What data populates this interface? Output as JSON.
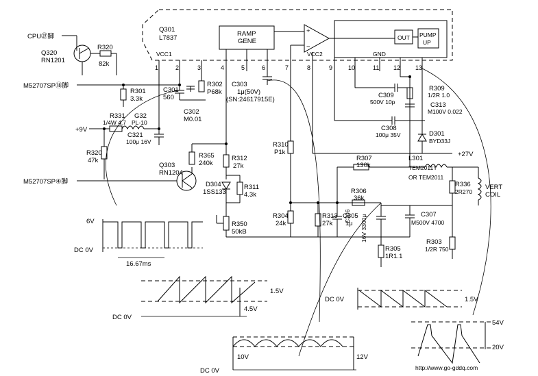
{
  "ic": {
    "ref": "Q301",
    "part": "L7837",
    "ramp_line1": "RAMP",
    "ramp_line2": "GENE",
    "out": "OUT",
    "pump_line1": "PUMP",
    "pump_line2": "UP",
    "vcc1": "VCC1",
    "vcc2": "VCC2",
    "gnd": "GND",
    "op_plus": "+",
    "op_minus": "−",
    "pins": [
      "1",
      "2",
      "3",
      "4",
      "5",
      "6",
      "7",
      "8",
      "9",
      "10",
      "11",
      "12",
      "13"
    ]
  },
  "signals": {
    "cpu": "CPU㉗脚",
    "m52707_18": "M52707SP⑱脚",
    "m52707_4": "M52707SP④脚",
    "plus9v": "+9V",
    "plus27v": "+27V"
  },
  "components": [
    {
      "ref": "Q320",
      "value": "RN1201"
    },
    {
      "ref": "R320",
      "value": "82k"
    },
    {
      "ref": "R301",
      "value": "3.3k"
    },
    {
      "ref": "C301",
      "value": "560"
    },
    {
      "ref": "R302",
      "value": "P68k"
    },
    {
      "ref": "C303",
      "value": "1μ(50V)"
    },
    {
      "ref": "C303_note",
      "value": "(SN:24617915E)"
    },
    {
      "ref": "C302",
      "value": "M0.01"
    },
    {
      "ref": "R331",
      "value": "1/4W 4.7"
    },
    {
      "ref": "G32",
      "value": "PL-10"
    },
    {
      "ref": "C321",
      "value": "100μ 16V"
    },
    {
      "ref": "R320b",
      "value": "47k"
    },
    {
      "ref": "R365",
      "value": "240k"
    },
    {
      "ref": "Q303",
      "value": "RN1204"
    },
    {
      "ref": "R312",
      "value": "27k"
    },
    {
      "ref": "R311",
      "value": "4.3k"
    },
    {
      "ref": "D304",
      "value": "1SS133"
    },
    {
      "ref": "R350",
      "value": "50kB"
    },
    {
      "ref": "R310",
      "value": "P1k"
    },
    {
      "ref": "R304",
      "value": "24k"
    },
    {
      "ref": "R313",
      "value": "27k"
    },
    {
      "ref": "C305",
      "value": "1μ"
    },
    {
      "ref": "C306",
      "value": "16V 3300μ"
    },
    {
      "ref": "R306",
      "value": "36k"
    },
    {
      "ref": "R307",
      "value": "130k"
    },
    {
      "ref": "C307",
      "value": "M500V 4700"
    },
    {
      "ref": "R305",
      "value": "1R1.1"
    },
    {
      "ref": "C309",
      "value": "500V 10p"
    },
    {
      "ref": "R309",
      "value": "1/2R 1.0"
    },
    {
      "ref": "C313",
      "value": "M100V 0.022"
    },
    {
      "ref": "C308",
      "value": "100μ 35V"
    },
    {
      "ref": "D301",
      "value": "BYD33J"
    },
    {
      "ref": "L301",
      "value": "TEM2011Y"
    },
    {
      "ref": "L301_alt",
      "value": "OR TEM2011"
    },
    {
      "ref": "R336",
      "value": "2R270"
    },
    {
      "ref": "R303",
      "value": "1/2R 750"
    }
  ],
  "coil_line1": "VERT",
  "coil_line2": "COIL",
  "waveforms": {
    "w1_top": "6V",
    "w1_dc": "DC 0V",
    "w1_period": "16.67ms",
    "w2_pp": "1.5V",
    "w2_dc": "DC 0V",
    "w2_level": "4.5V",
    "w3_dc": "DC 0V",
    "w3_lo": "10V",
    "w3_hi": "12V",
    "w4_dc": "DC 0V",
    "w4_pp": "1.5V",
    "w5_top": "54V",
    "w5_mid": "20V"
  },
  "watermark": "http://www.go-gddq.com"
}
